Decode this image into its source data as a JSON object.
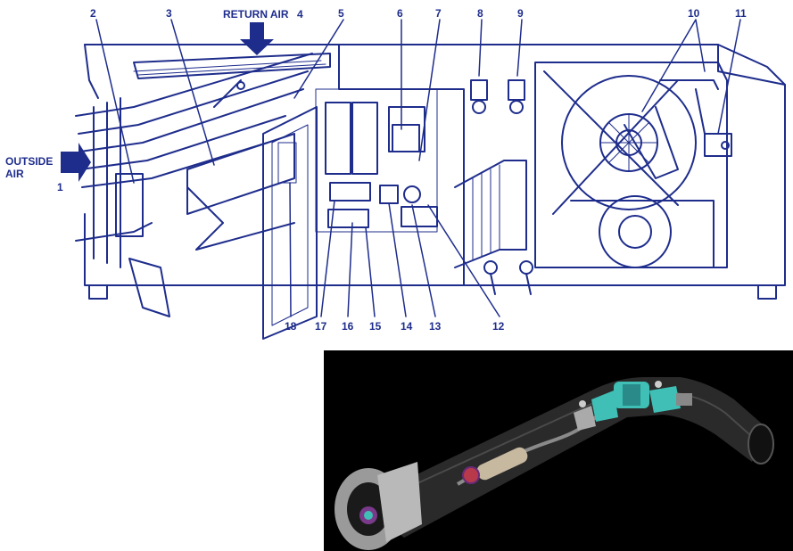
{
  "colors": {
    "line": "#1e2d8c",
    "arrow": "#1e2d8c",
    "photo_bg": "#000000",
    "pipe": "#2a2a2a",
    "pipe_section": "#3c3c3c",
    "teal": "#3fbfb5",
    "flange": "#b9b9b9"
  },
  "arrows": {
    "outside_air": "OUTSIDE\nAIR",
    "outside_air_line1": "OUTSIDE",
    "outside_air_line2": "AIR",
    "return_air": "RETURN AIR"
  },
  "callouts": [
    {
      "id": "1",
      "text": "1"
    },
    {
      "id": "2",
      "text": "2"
    },
    {
      "id": "3",
      "text": "3"
    },
    {
      "id": "4",
      "text": "4"
    },
    {
      "id": "5",
      "text": "5"
    },
    {
      "id": "6",
      "text": "6"
    },
    {
      "id": "7",
      "text": "7"
    },
    {
      "id": "8",
      "text": "8"
    },
    {
      "id": "9",
      "text": "9"
    },
    {
      "id": "10",
      "text": "10"
    },
    {
      "id": "11",
      "text": "11"
    },
    {
      "id": "12",
      "text": "12"
    },
    {
      "id": "13",
      "text": "13"
    },
    {
      "id": "14",
      "text": "14"
    },
    {
      "id": "15",
      "text": "15"
    },
    {
      "id": "16",
      "text": "16"
    },
    {
      "id": "17",
      "text": "17"
    },
    {
      "id": "18",
      "text": "18"
    }
  ]
}
